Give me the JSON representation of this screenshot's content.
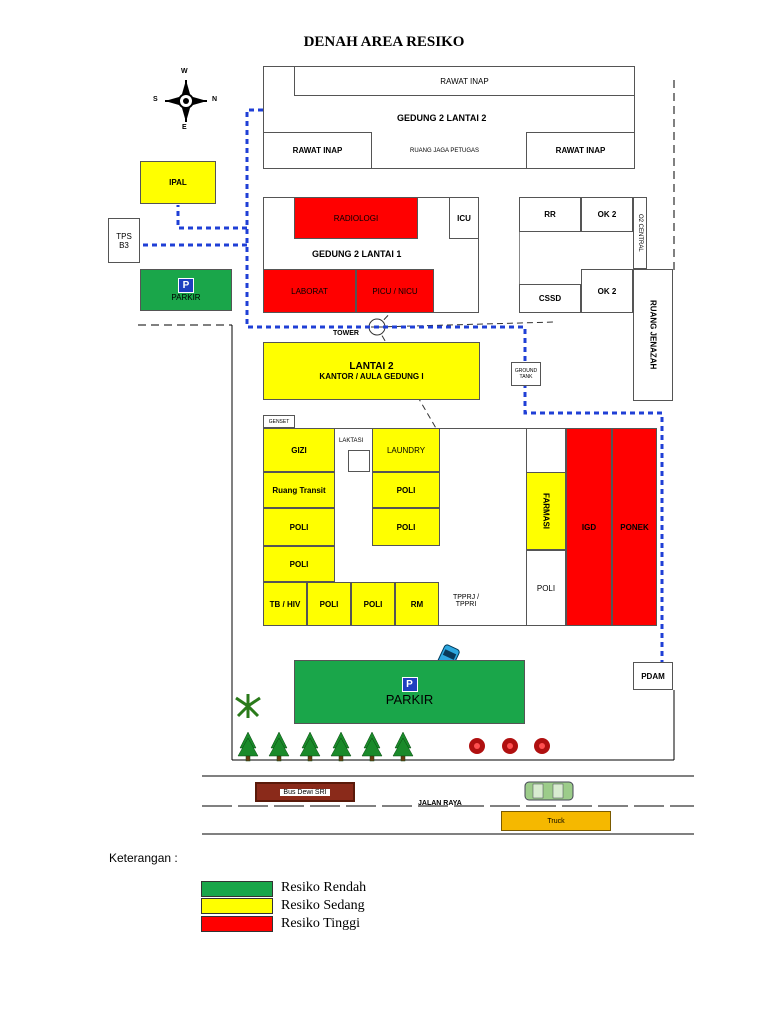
{
  "title": "DENAH AREA RESIKO",
  "compass": {
    "n": "N",
    "s": "S",
    "e": "E",
    "w": "W"
  },
  "buildings": {
    "rawat_inap_top": "RAWAT INAP",
    "gedung2_lantai2": "GEDUNG 2 LANTAI 2",
    "rawat_inap_left": "RAWAT INAP",
    "ruang_jaga": "RUANG JAGA PETUGAS",
    "rawat_inap_right": "RAWAT INAP",
    "ipal": "IPAL",
    "tps_b3": "TPS B3",
    "parkir_small": "PARKIR",
    "radiologi": "RADIOLOGI",
    "icu": "ICU",
    "gedung2_lantai1": "GEDUNG 2 LANTAI 1",
    "laborat": "LABORAT",
    "picu_nicu": "PICU / NICU",
    "rr": "RR",
    "ok2_top": "OK 2",
    "o2_central": "O2 CENTRAL",
    "cssd": "CSSD",
    "ok2_bottom": "OK 2",
    "ruang_jenazah": "RUANG JENAZAH",
    "tower": "TOWER",
    "lantai2": "LANTAI 2",
    "kantor_aula": "KANTOR / AULA GEDUNG I",
    "ground_tank": "GROUND TANK",
    "genset": "GENSET",
    "gizi": "GIZI",
    "laktasi": "LAKTASI",
    "laundry": "LAUNDRY",
    "ruang_transit": "Ruang Transit",
    "poli": "POLI",
    "tb_hiv": "TB / HIV",
    "rm": "RM",
    "tpprj": "TPPRJ / TPPRI",
    "farmasi": "FARMASI",
    "igd": "IGD",
    "ponek": "PONEK",
    "pdam": "PDAM",
    "parkir_big": "PARKIR",
    "parking_symbol": "P"
  },
  "road": {
    "name": "JALAN RAYA",
    "bus": "Bus Dewi SRI",
    "truck": "Truck"
  },
  "legend": {
    "heading": "Keterangan :",
    "items": [
      {
        "label": "Resiko Rendah",
        "color": "#1aa64a"
      },
      {
        "label": "Resiko Sedang",
        "color": "#ffff00"
      },
      {
        "label": "Resiko Tinggi",
        "color": "#ff0000"
      }
    ]
  },
  "colors": {
    "low": "#1aa64a",
    "medium": "#ffff00",
    "high": "#ff0000",
    "evac_route": "#1f3fd6"
  }
}
